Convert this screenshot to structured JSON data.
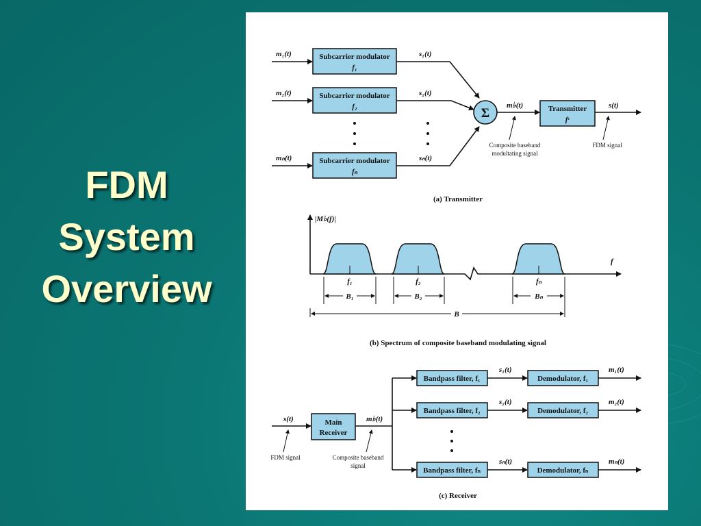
{
  "slide": {
    "title_lines": [
      "FDM",
      "System",
      "Overview"
    ]
  },
  "transmitter": {
    "inputs": [
      "m₁(t)",
      "m₂(t)",
      "mₙ(t)"
    ],
    "modulator_label": "Subcarrier modulator",
    "subcarriers": [
      "f₁",
      "f₂",
      "fₙ"
    ],
    "outputs": [
      "s₁(t)",
      "s₂(t)",
      "sₙ(t)"
    ],
    "summer_symbol": "Σ",
    "composite_signal": "m♭(t)",
    "transmitter_block": "Transmitter",
    "carrier": "fᶜ",
    "output_signal": "s(t)",
    "composite_note_lines": [
      "Composite baseband",
      "modultating signal"
    ],
    "fdm_note": "FDM signal",
    "caption": "(a) Transmitter"
  },
  "spectrum": {
    "y_label": "|M♭(f)|",
    "x_label": "f",
    "peaks": [
      "f₁",
      "f₂",
      "fₙ"
    ],
    "bandwidths": [
      "B₁",
      "B₂",
      "Bₙ"
    ],
    "total_bandwidth": "B",
    "caption": "(b) Spectrum of composite baseband modulating signal"
  },
  "receiver": {
    "input_signal": "s(t)",
    "main_receiver_lines": [
      "Main",
      "Receiver"
    ],
    "composite_signal": "m♭(t)",
    "filters": [
      "Bandpass filter, f₁",
      "Bandpass filter, f₂",
      "Bandpass filter, fₙ"
    ],
    "filter_outputs": [
      "s₁(t)",
      "s₂(t)",
      "sₙ(t)"
    ],
    "demodulators": [
      "Demodulator, f₁",
      "Demodulator, f₂",
      "Demodulator, fₙ"
    ],
    "outputs": [
      "m₁(t)",
      "m₂(t)",
      "mₙ(t)"
    ],
    "fdm_note": "FDM signal",
    "composite_note_lines": [
      "Composite baseband",
      "signal"
    ],
    "caption": "(c) Receiver"
  }
}
